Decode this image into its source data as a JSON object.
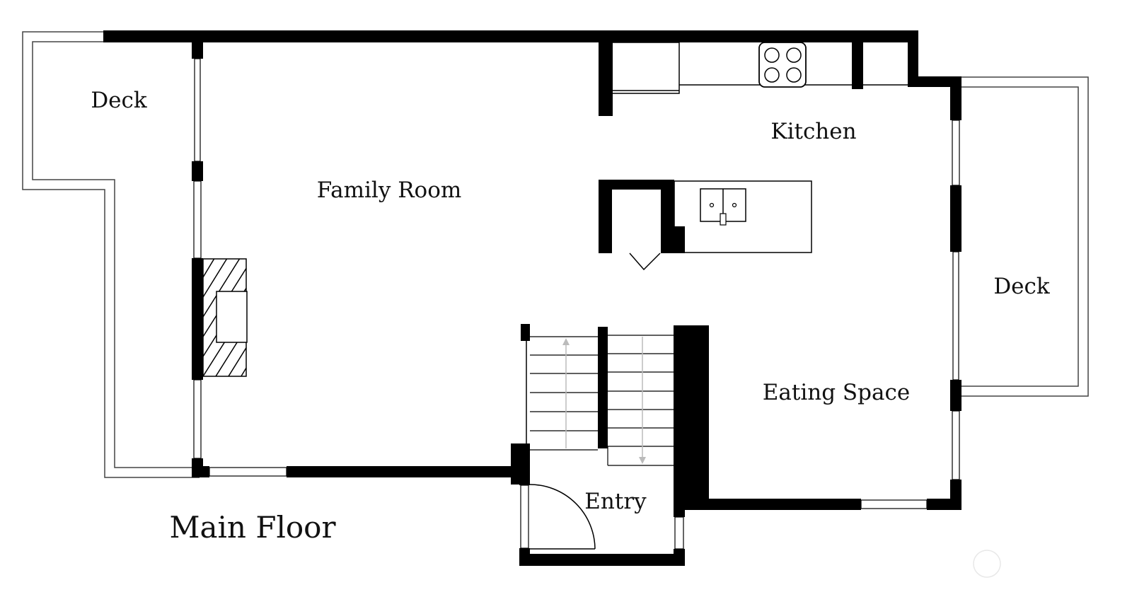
{
  "plan": {
    "title": "Main Floor",
    "rooms": {
      "deck_left": "Deck",
      "family_room": "Family Room",
      "kitchen": "Kitchen",
      "deck_right": "Deck",
      "eating_space": "Eating Space",
      "entry": "Entry"
    }
  }
}
